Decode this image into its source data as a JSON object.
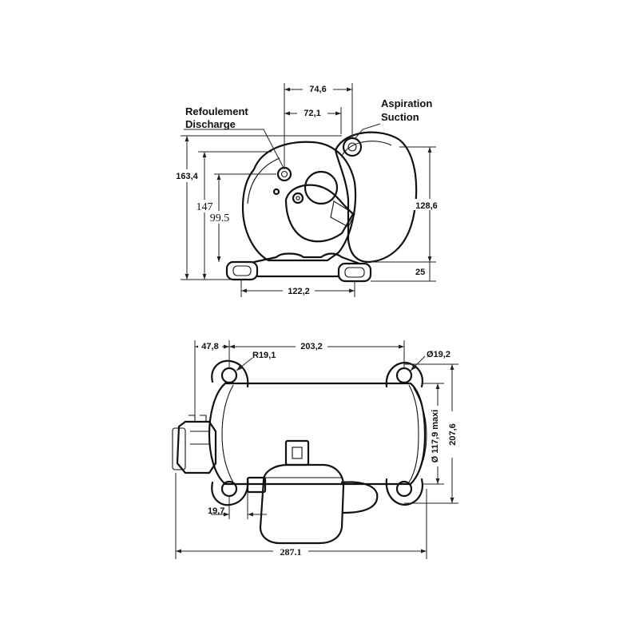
{
  "top_view": {
    "ports": {
      "discharge_fr": "Refoulement",
      "discharge_en": "Discharge",
      "suction_fr": "Aspiration",
      "suction_en": "Suction"
    },
    "dimensions": {
      "width_top_outer": "74,6",
      "width_top_inner": "72,1",
      "height_total": "163,4",
      "height_discharge": "147",
      "height_suction_inner": "99.5",
      "height_right": "128,6",
      "foot_height": "25",
      "foot_span": "122,2"
    }
  },
  "bottom_view": {
    "dimensions": {
      "left_offset": "47,8",
      "mount_span": "203,2",
      "mount_radius": "R19,1",
      "hole_diameter": "Ø19,2",
      "shell_diameter": "Ø 117,9 maxi",
      "width_total": "207,6",
      "tube_offset": "19,7",
      "length_total": "287.1"
    }
  }
}
